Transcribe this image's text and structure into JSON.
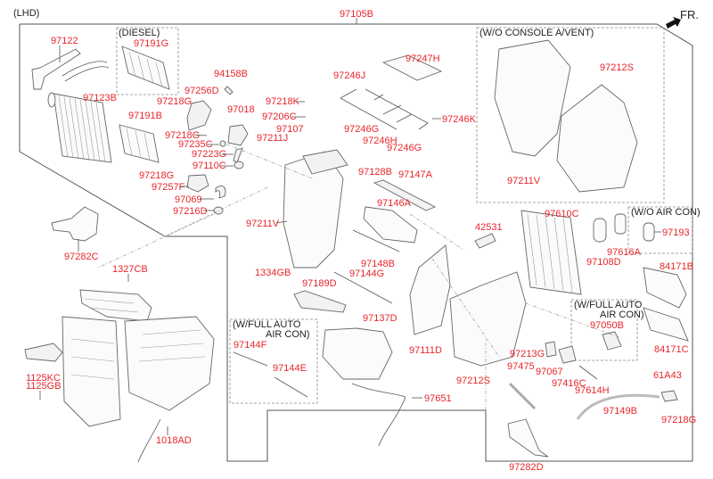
{
  "diagram": {
    "header": "(LHD)",
    "main_assembly": "97105B",
    "direction_marker": "FR.",
    "colors": {
      "label": "#e8262b",
      "line": "#555555",
      "text": "#222222"
    },
    "groups": [
      {
        "id": "diesel",
        "title": "(DIESEL)",
        "parts": [
          "97191G"
        ]
      },
      {
        "id": "wo_console_avent",
        "title": "(W/O CONSOLE A/VENT)",
        "parts": [
          "97212S",
          "97211V"
        ]
      },
      {
        "id": "wo_air_con",
        "title": "(W/O AIR CON)",
        "parts": [
          "97193"
        ]
      },
      {
        "id": "wfull_auto_right",
        "title": "(W/FULL AUTO\nAIR CON)",
        "title_lines": [
          "(W/FULL AUTO",
          "AIR CON)"
        ],
        "parts": [
          "97050B"
        ]
      },
      {
        "id": "wfull_auto_left",
        "title": "(W/FULL AUTO\nAIR CON)",
        "title_lines": [
          "(W/FULL AUTO",
          "AIR CON)"
        ],
        "parts": [
          "97144F",
          "97144E"
        ]
      }
    ],
    "labels": {
      "p97122": "97122",
      "p97191G": "97191G",
      "p97123B": "97123B",
      "p97191B": "97191B",
      "p97218G_a": "97218G",
      "p97256D": "97256D",
      "p94158B": "94158B",
      "p97018": "97018",
      "p97218G_b": "97218G",
      "p97235C": "97235C",
      "p97223G": "97223G",
      "p97110C": "97110C",
      "p97218G_c": "97218G",
      "p97257F": "97257F",
      "p97069": "97069",
      "p97216D": "97216D",
      "p97282C": "97282C",
      "p1327CB": "1327CB",
      "p1125KC": "1125KC",
      "p1125GB": "1125GB",
      "p1018AD": "1018AD",
      "p97218K": "97218K",
      "p97206C": "97206C",
      "p97107": "97107",
      "p97211J": "97211J",
      "p97246J": "97246J",
      "p97247H": "97247H",
      "p97246G_a": "97246G",
      "p97246H": "97246H",
      "p97246G_b": "97246G",
      "p97246K": "97246K",
      "p97128B": "97128B",
      "p97147A": "97147A",
      "p97146A": "97146A",
      "p97211V_main": "97211V",
      "p1334GB": "1334GB",
      "p97148B": "97148B",
      "p97144G": "97144G",
      "p97189D": "97189D",
      "p97137D": "97137D",
      "p97111D": "97111D",
      "p97144F": "97144F",
      "p97144E": "97144E",
      "p97651": "97651",
      "p42531": "42531",
      "p97610C": "97610C",
      "p97616A": "97616A",
      "p97108D": "97108D",
      "p97193": "97193",
      "p84171B": "84171B",
      "p84171C": "84171C",
      "p97050B": "97050B",
      "p97212S_main": "97212S",
      "p97213G": "97213G",
      "p97475": "97475",
      "p97067": "97067",
      "p97416C": "97416C",
      "p97614H": "97614H",
      "p97149B": "97149B",
      "p61A43": "61A43",
      "p97218G_d": "97218G",
      "p97282D": "97282D",
      "p97212S_alt": "97212S",
      "p97211V_alt": "97211V"
    }
  }
}
